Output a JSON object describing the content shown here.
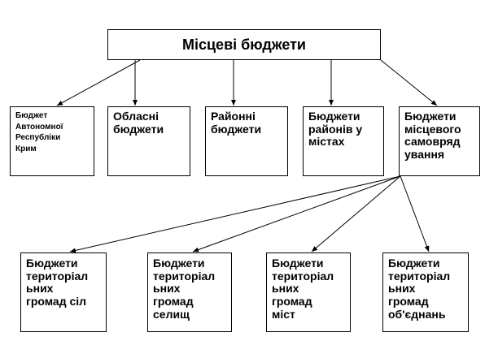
{
  "diagram": {
    "root": {
      "label": "Місцеві бюджети"
    },
    "level1": [
      {
        "label": "Бюджет\nАвтономної\nРеспубліки\nКрим"
      },
      {
        "label": "Обласні\nбюджети"
      },
      {
        "label": "Районні\nбюджети"
      },
      {
        "label": "Бюджети\nрайонів у\nмістах"
      },
      {
        "label": "Бюджети\nмісцевого\nсамовряд\nування"
      }
    ],
    "level2": [
      {
        "label": "Бюджети\nтериторіал\nьних\nгромад сіл"
      },
      {
        "label": "Бюджети\nтериторіал\nьних\nгромад\nселищ"
      },
      {
        "label": "Бюджети\nтериторіал\nьних\nгромад\nміст"
      },
      {
        "label": "Бюджети\nтериторіал\nьних\nгромад\nоб'єднань"
      }
    ]
  }
}
